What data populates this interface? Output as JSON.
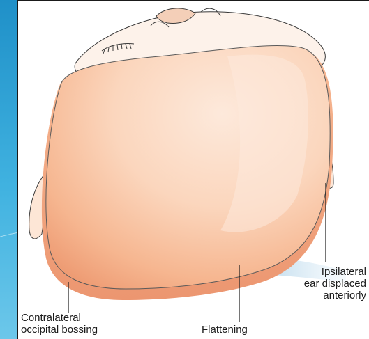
{
  "figure": {
    "labels": {
      "contralateral_line1": "Contralateral",
      "contralateral_line2": "occipital bossing",
      "flattening": "Flattening",
      "ipsilateral_line1": "Ipsilateral",
      "ipsilateral_line2": "ear displaced",
      "ipsilateral_line3": "anteriorly"
    }
  },
  "colors": {
    "background_blue": "#2c9fd3",
    "panel_white": "#ffffff",
    "skin_light": "#fde6d6",
    "skin_mid": "#f8c7a8",
    "skin_shadow": "#eea07a",
    "flat_highlight": "#b9d8ea",
    "outline": "#3a3a3a"
  }
}
